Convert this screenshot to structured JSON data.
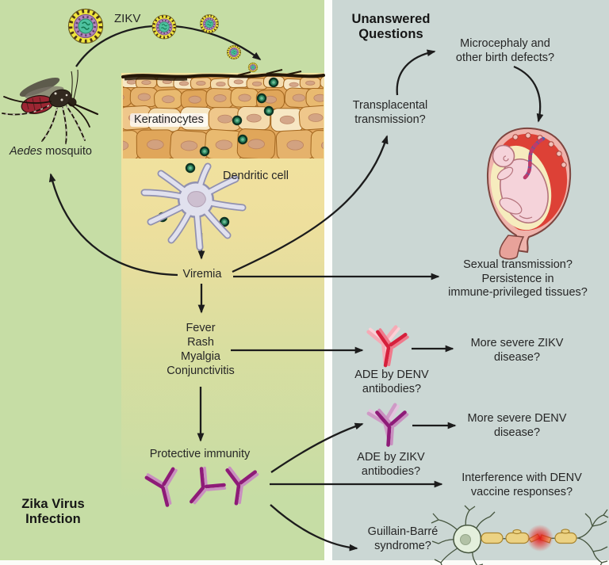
{
  "left_panel": {
    "heading_lines": [
      "Zika Virus",
      "Infection"
    ],
    "zikv_label": "ZIKV",
    "mosquito_genus": "Aedes",
    "mosquito_rest": " mosquito",
    "keratinocytes": "Keratinocytes",
    "dendritic_cell": "Dendritic cell",
    "viremia": "Viremia",
    "symptoms": [
      "Fever",
      "Rash",
      "Myalgia",
      "Conjunctivitis"
    ],
    "protective_immunity": "Protective immunity"
  },
  "right_panel": {
    "heading_lines": [
      "Unanswered",
      "Questions"
    ],
    "questions": {
      "transplacental": [
        "Transplacental",
        "transmission?"
      ],
      "microcephaly": [
        "Microcephaly and",
        "other birth defects?"
      ],
      "sexual_persistence": [
        "Sexual transmission?",
        "Persistence in",
        "immune-privileged tissues?"
      ],
      "ade_denv": [
        "ADE by DENV",
        "antibodies?"
      ],
      "more_severe_zikv": [
        "More severe ZIKV",
        "disease?"
      ],
      "ade_zikv": [
        "ADE by ZIKV",
        "antibodies?"
      ],
      "more_severe_denv": [
        "More severe DENV",
        "disease?"
      ],
      "interference": [
        "Interference with DENV",
        "vaccine responses?"
      ],
      "guillain_barre": [
        "Guillain-Barré",
        "syndrome?"
      ]
    }
  },
  "illustrations": {
    "virion": "zikv-virion-icon",
    "mosquito": "aedes-mosquito-illustration",
    "skin": "keratinocyte-skin-illustration",
    "dendritic_cell": "dendritic-cell-illustration",
    "virus_dot": "virus-particle-dot-icon",
    "antibody": "antibody-y-icon",
    "fetus": "fetus-in-utero-illustration",
    "neuron": "neuron-illustration"
  },
  "colors": {
    "left_bg": "#c6dda5",
    "dermis_yellow": "#f4e4a1",
    "right_bg": "#cbd7d4",
    "divider": "#fdfefb",
    "arrow": "#1c1c1c",
    "text": "#262626",
    "antibody_purple": "#8e1b78",
    "antibody_purple_light": "#c98fc0",
    "antibody_red": "#d6203c",
    "antibody_red_light": "#f07a8c",
    "antibody_red_shadow": "#f6aab5",
    "virion_envelope": "#f0e63c",
    "virion_capsid": "#b286bd",
    "virion_core": "#4ec2a0",
    "virus_dot_green": "#2f8a63",
    "skin_cell_tan": "#e9ba70",
    "skin_outline": "#a2661f",
    "dendritic_gray": "#e1e1ee",
    "placenta_red": "#dd4136",
    "womb_pink": "#efb3ac",
    "amniotic_yellow": "#f6ecbe",
    "fetus_pink": "#f5d3da",
    "myelin_yellow": "#ecd283",
    "neuron_green": "#e3efdc",
    "inflammation_red": "#e41414"
  }
}
